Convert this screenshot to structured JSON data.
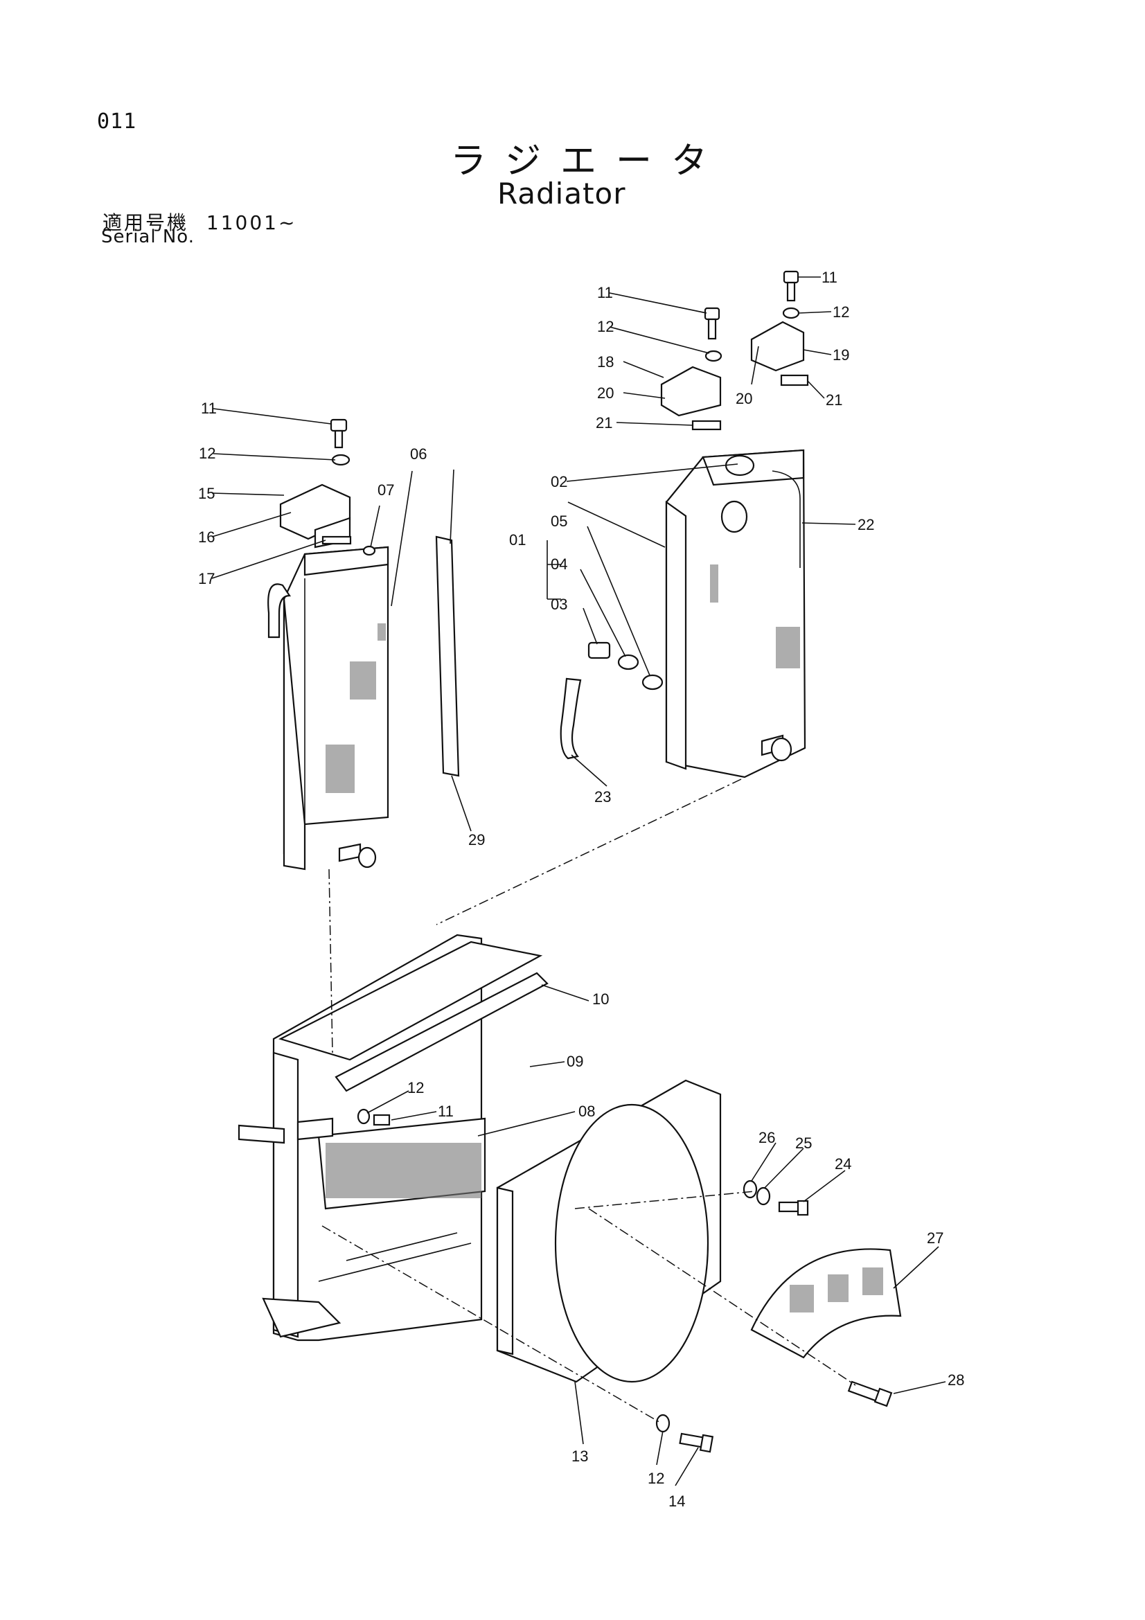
{
  "header": {
    "page_number": "011",
    "title_jp": "ラジエータ",
    "title_en": "Radiator",
    "serial_label_jp": "適用号機",
    "serial_value": "11001~",
    "serial_label_en": "Serial No."
  },
  "callouts": {
    "c01": "01",
    "c02": "02",
    "c03": "03",
    "c04": "04",
    "c05": "05",
    "c06": "06",
    "c07": "07",
    "c08": "08",
    "c09": "09",
    "c10": "10",
    "c11a": "11",
    "c11b": "11",
    "c11c": "11",
    "c11d": "11",
    "c12a": "12",
    "c12b": "12",
    "c12c": "12",
    "c12d": "12",
    "c12e": "12",
    "c13": "13",
    "c14": "14",
    "c15": "15",
    "c16": "16",
    "c17": "17",
    "c18": "18",
    "c19": "19",
    "c20a": "20",
    "c20b": "20",
    "c21a": "21",
    "c21b": "21",
    "c22": "22",
    "c23": "23",
    "c24": "24",
    "c25": "25",
    "c26": "26",
    "c27": "27",
    "c28": "28",
    "c29": "29"
  }
}
